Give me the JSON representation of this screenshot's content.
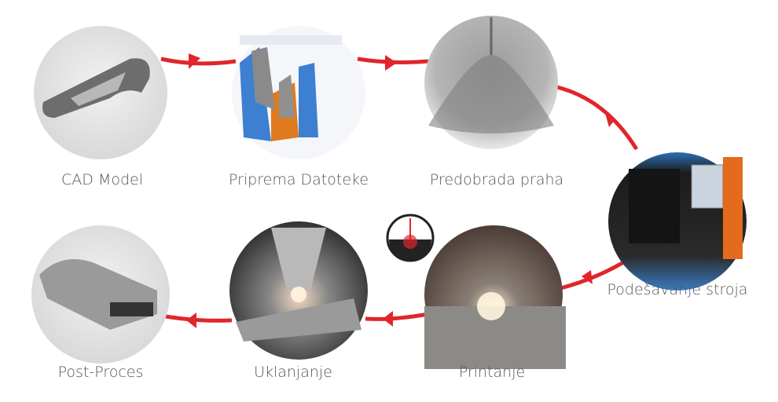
{
  "steps": [
    {
      "label": "CAD Model"
    },
    {
      "label": "Priprema Datoteke"
    },
    {
      "label": "Predobrada praha"
    },
    {
      "label": "Podešavanje stroja"
    },
    {
      "label": "Printanje"
    },
    {
      "label": "Uklanjanje"
    },
    {
      "label": "Post-Proces"
    }
  ],
  "colors": {
    "arrow": "#e0262b",
    "label": "#555555"
  }
}
